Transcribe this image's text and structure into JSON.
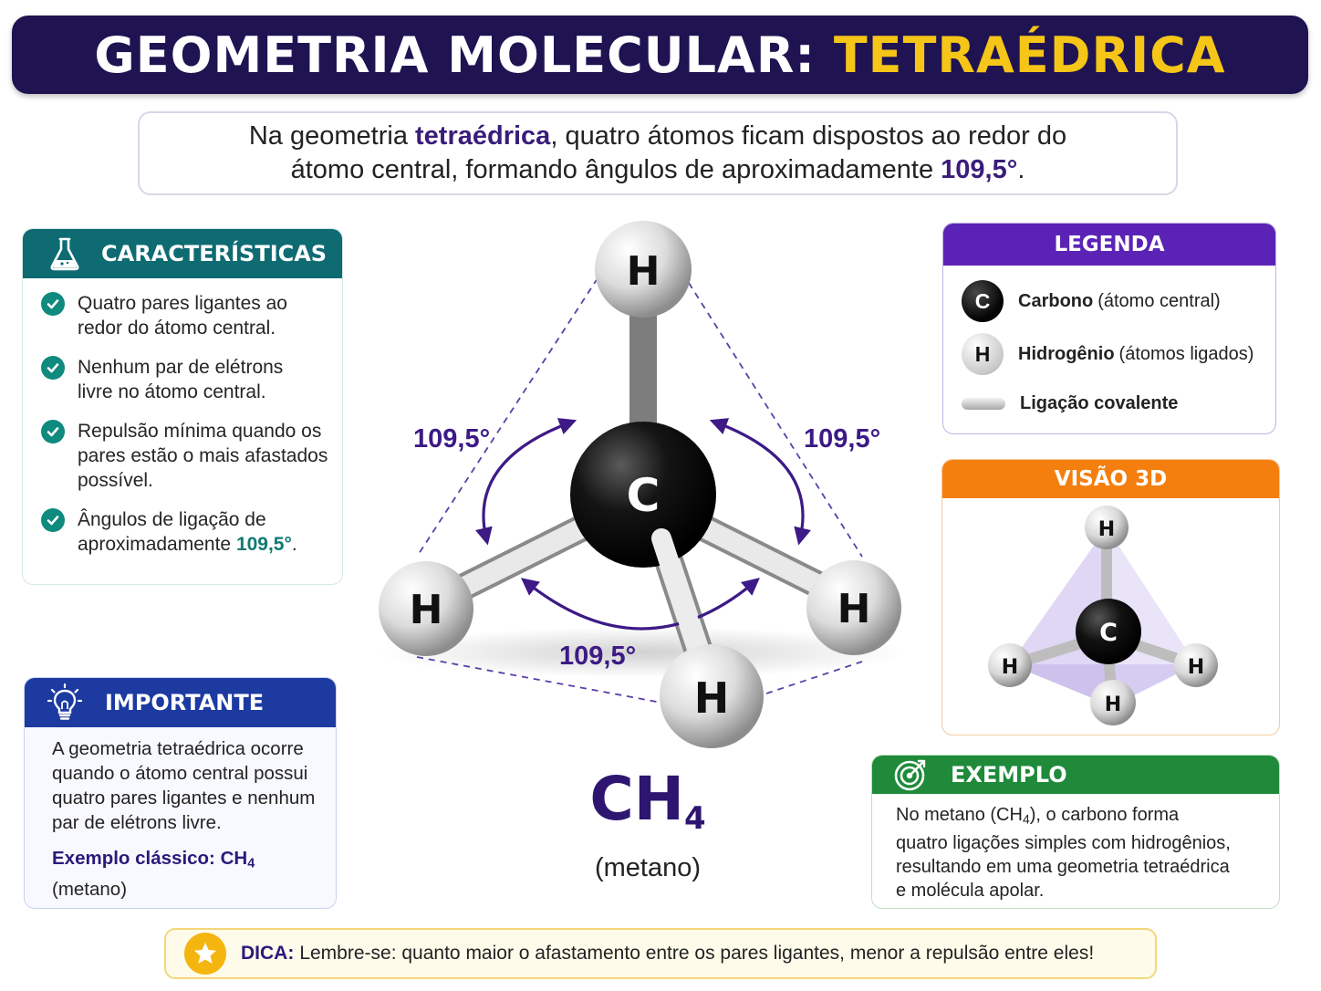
{
  "title": {
    "part1": "GEOMETRIA MOLECULAR:",
    "part2": "TETRAÉDRICA"
  },
  "intro": {
    "line1_a": "Na geometria ",
    "line1_b": "tetraédrica",
    "line1_c": ", quatro átomos ficam dispostos ao redor do",
    "line2_a": "átomo central, formando ângulos de aproximadamente ",
    "line2_b": "109,5°",
    "line2_c": "."
  },
  "caracteristicas": {
    "title": "CARACTERÍSTICAS",
    "icon": "flask-icon",
    "items": [
      {
        "line1": "Quatro pares ligantes ao",
        "line2": "redor do átomo central."
      },
      {
        "line1": "Nenhum par de elétrons",
        "line2": "livre no átomo central."
      },
      {
        "line1": "Repulsão mínima quando os",
        "line2": "pares estão o mais afastados",
        "line3": "possível."
      },
      {
        "line1": "Ângulos de ligação de",
        "line2": "aproximadamente ",
        "highlight": "109,5°",
        "tail": "."
      }
    ]
  },
  "importante": {
    "title": "IMPORTANTE",
    "icon": "lightbulb-icon",
    "lines": [
      "A geometria tetraédrica ocorre",
      "quando o átomo central possui",
      "quatro pares ligantes e nenhum",
      "par de elétrons livre."
    ],
    "example_label": "Exemplo clássico: CH",
    "example_sub": "4",
    "example_name": "(metano)"
  },
  "molecule": {
    "central": "C",
    "ligand": "H",
    "angle_left": "109,5°",
    "angle_right": "109,5°",
    "angle_bottom": "109,5°",
    "formula_main": "CH",
    "formula_sub": "4",
    "formula_name": "(metano)"
  },
  "legenda": {
    "title": "LEGENDA",
    "carbon_symbol": "C",
    "carbon_label": "Carbono",
    "carbon_desc": "(átomo central)",
    "hydrogen_symbol": "H",
    "hydrogen_label": "Hidrogênio",
    "hydrogen_desc": "(átomos ligados)",
    "bond_label": "Ligação covalente"
  },
  "visao3d": {
    "title": "VISÃO 3D",
    "central": "C",
    "ligand": "H"
  },
  "exemplo": {
    "title": "EXEMPLO",
    "icon": "target-icon",
    "line1_a": "No metano (CH",
    "line1_sub": "4",
    "line1_b": "), o carbono forma",
    "line2": "quatro ligações simples com hidrogênios,",
    "line3": "resultando em uma geometria tetraédrica",
    "line4": "e molécula apolar."
  },
  "dica": {
    "label": "DICA:",
    "text": "Lembre-se: quanto maior o afastamento entre os pares ligantes, menor a repulsão entre eles!",
    "icon": "star-icon"
  },
  "colors": {
    "title_bg": "#1f1352",
    "title_accent": "#f5c518",
    "angle_purple": "#3d1a86",
    "caract_teal": "#0f6b72",
    "importante_blue": "#1c3aa0",
    "legenda_purple": "#5b23b5",
    "visao_orange": "#f47f0e",
    "exemplo_green": "#1e8a3a",
    "dica_gold": "#f5b50f"
  }
}
